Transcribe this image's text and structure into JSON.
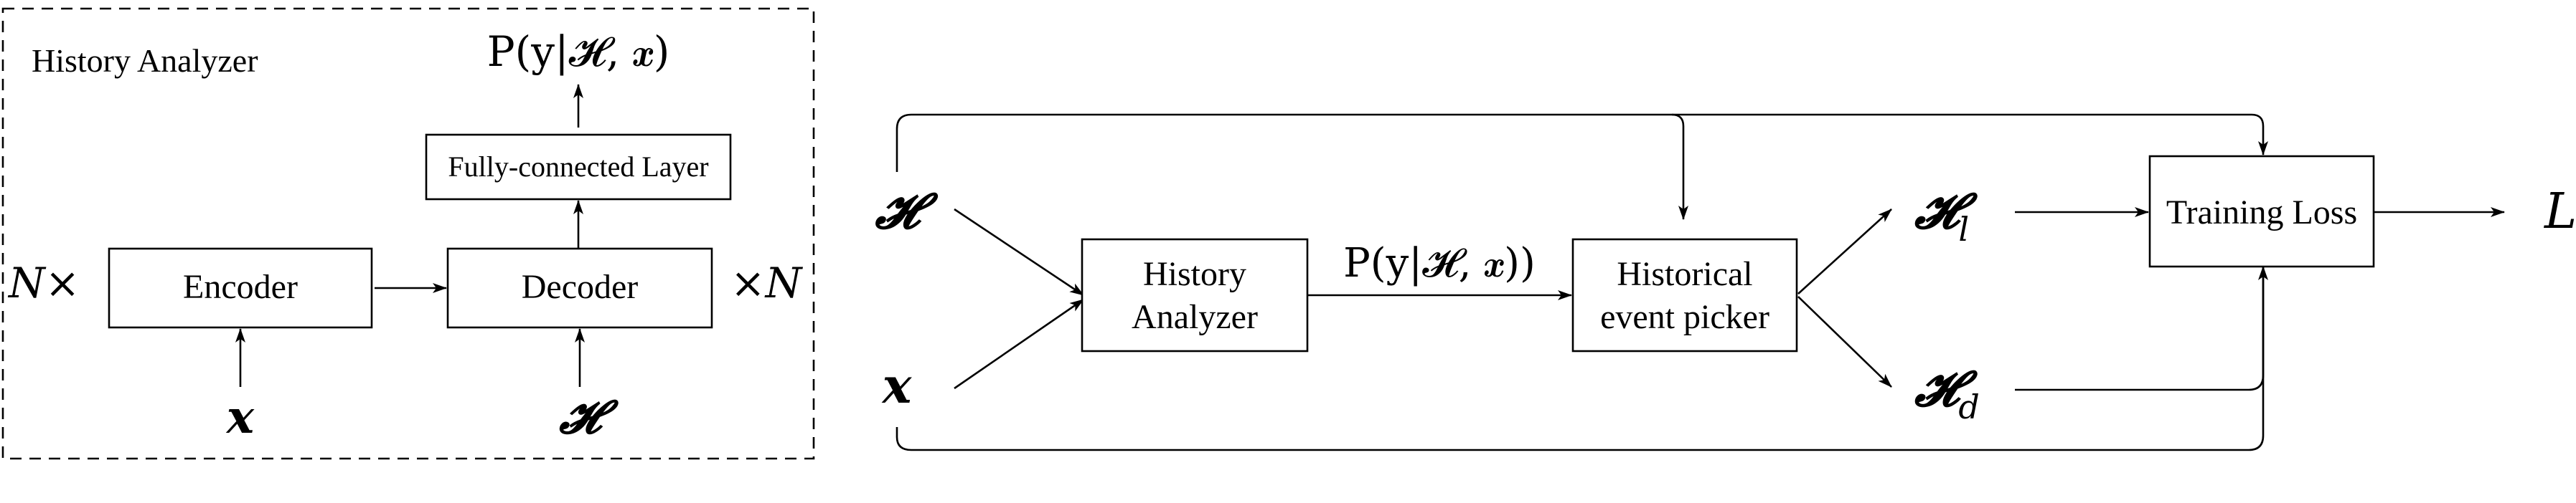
{
  "analyzer_panel": {
    "title": "History Analyzer",
    "output_label": "P(y|𝓗, 𝒙)",
    "fc_layer_label": "Fully-connected Layer",
    "encoder_label": "Encoder",
    "decoder_label": "Decoder",
    "encoder_repeat": "N×",
    "decoder_repeat": "×N",
    "encoder_input": "𝒙",
    "decoder_input": "𝓗"
  },
  "pipeline": {
    "input_history": "𝓗",
    "input_x": "𝒙",
    "analyzer_line1": "History",
    "analyzer_line2": "Analyzer",
    "edge_label": "P(y|𝓗, 𝒙))",
    "picker_line1": "Historical",
    "picker_line2": "event picker",
    "out_hl_base": "𝓗",
    "out_hl_sub": "l",
    "out_hd_base": "𝓗",
    "out_hd_sub": "d",
    "loss_label": "Training Loss",
    "final_output": "L"
  }
}
